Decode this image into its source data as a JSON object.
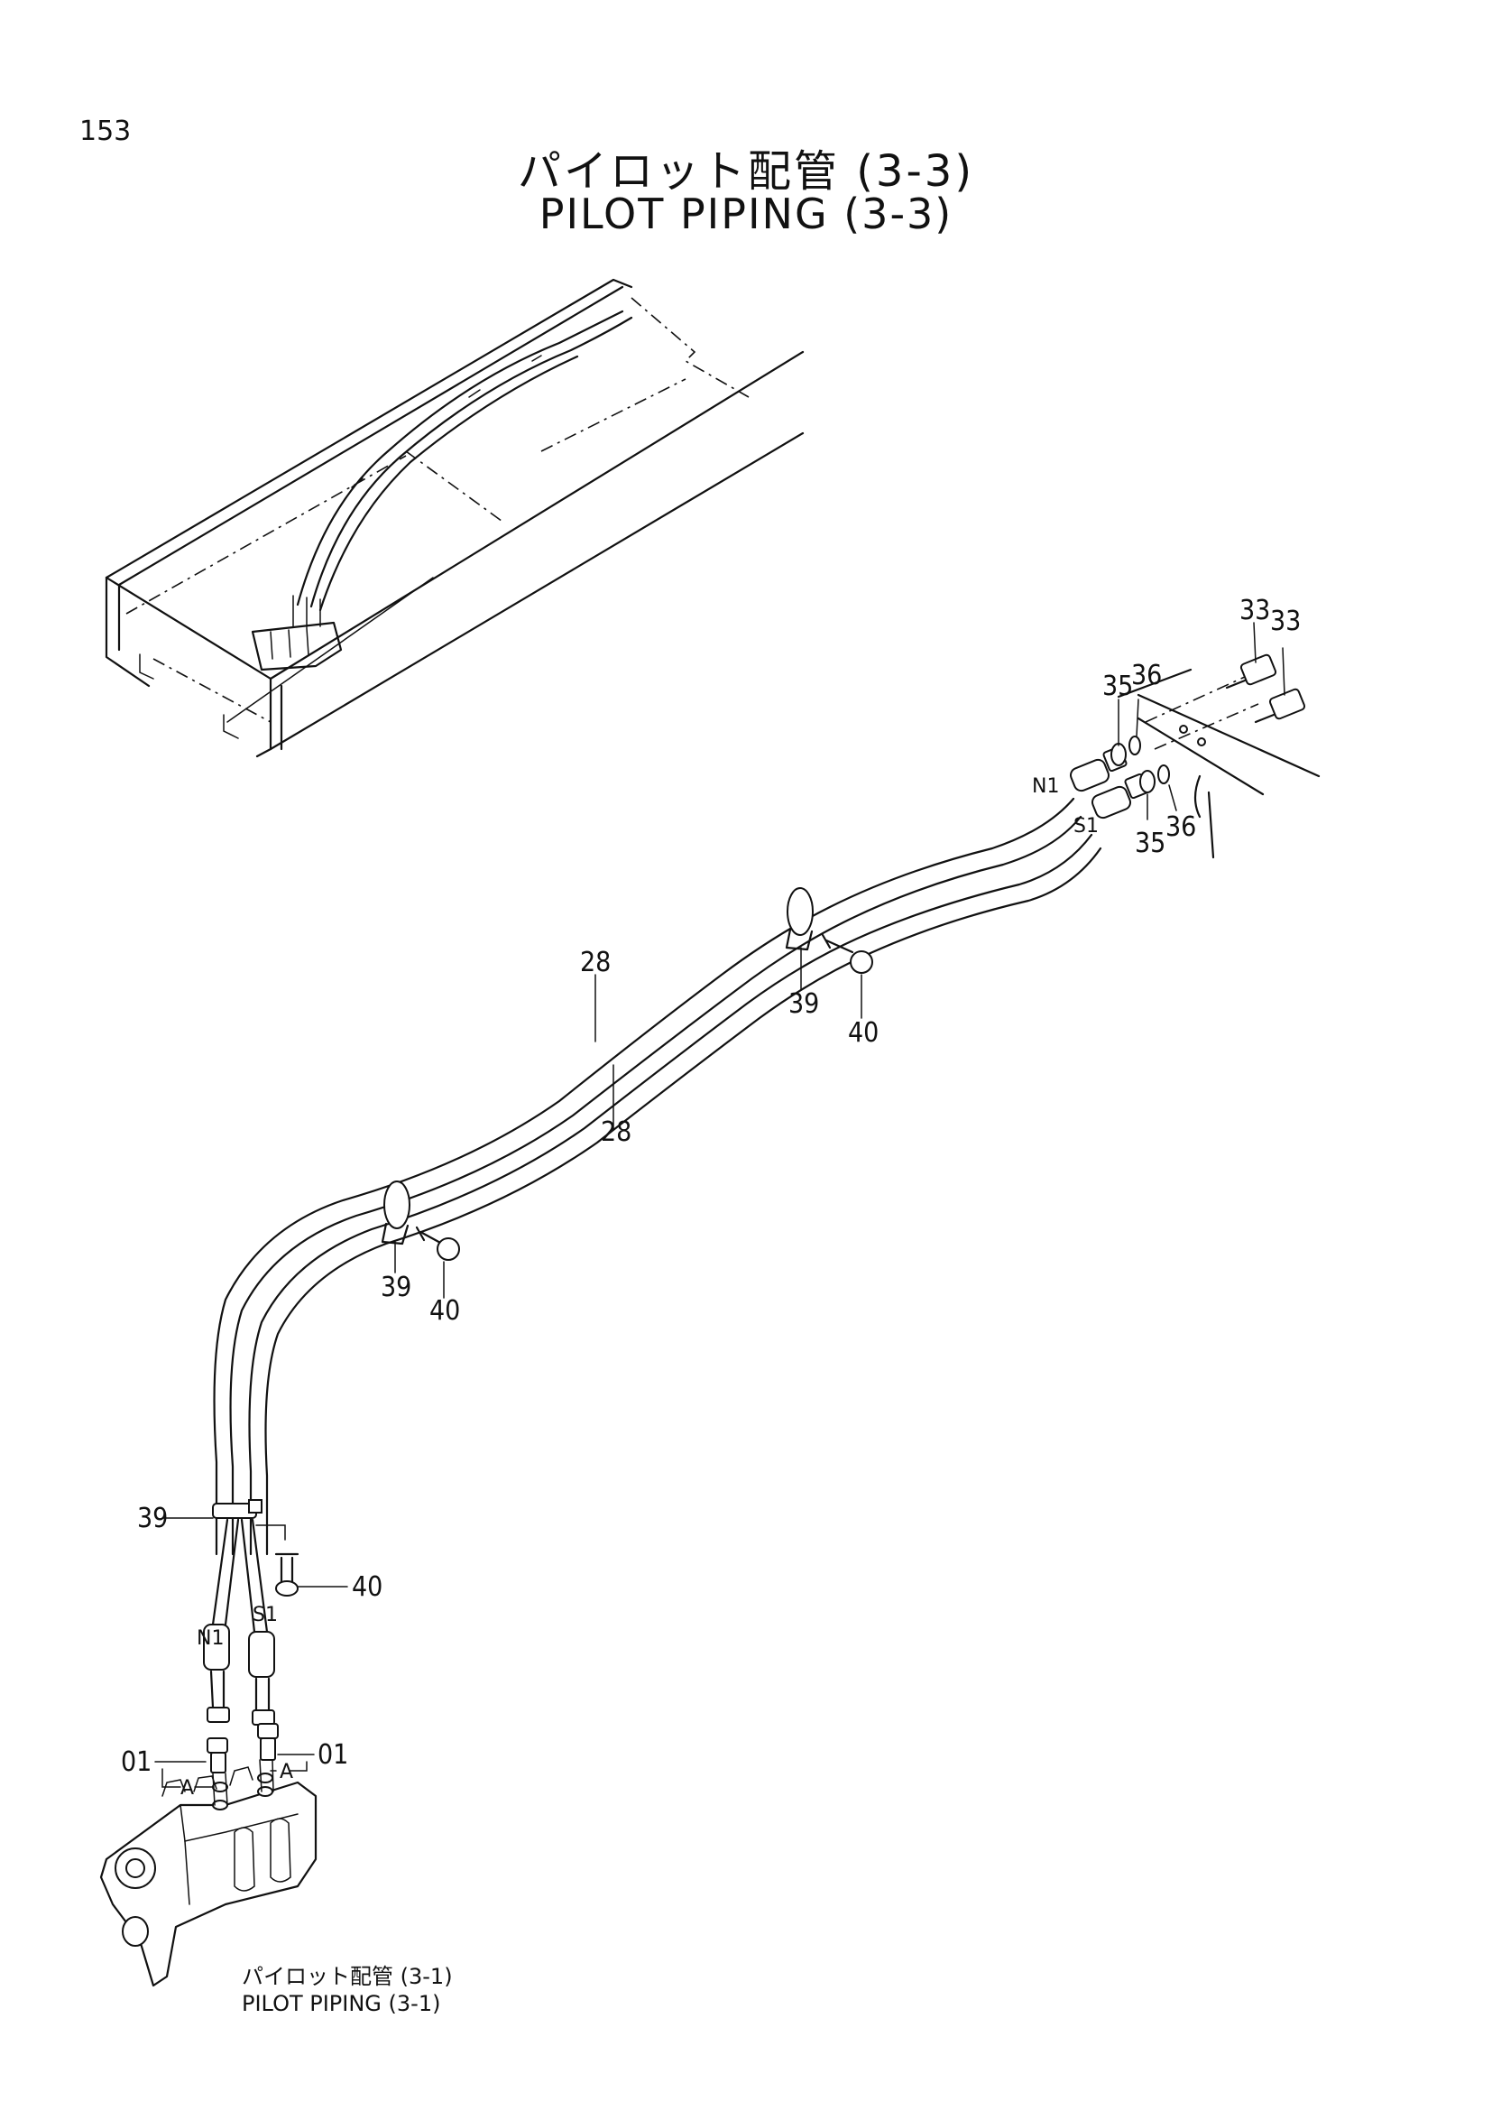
{
  "page_number": "153",
  "title_ja": "パイロット配管 (3-3)",
  "title_en": "PILOT PIPING (3-3)",
  "reference": {
    "ja": "パイロット配管 (3-1)",
    "en": "PILOT PIPING (3-1)"
  },
  "parts": {
    "p01": "01",
    "p28": "28",
    "p33": "33",
    "p35": "35",
    "p36": "36",
    "p39": "39",
    "p40": "40"
  },
  "ports": {
    "n1": "N1",
    "s1": "S1",
    "a": "A"
  }
}
